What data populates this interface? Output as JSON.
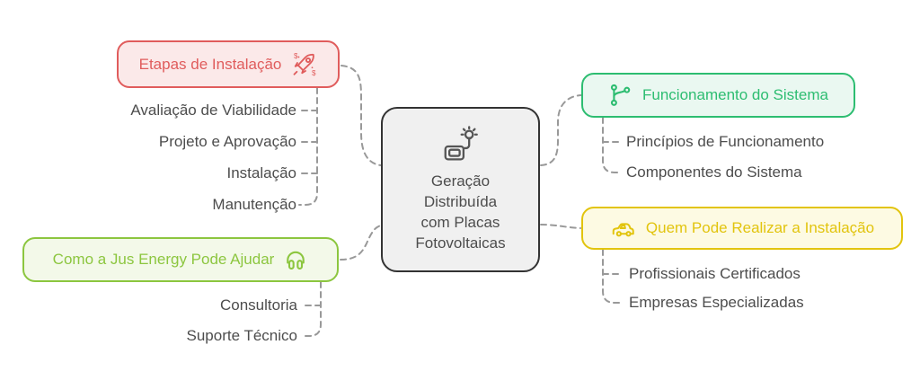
{
  "palette": {
    "connector": "#999999",
    "leaf_text": "#4d4d4d",
    "center_bg": "#f0f0f0",
    "center_border": "#333333",
    "red": "#e05c5c",
    "red_bg": "#fbe9e9",
    "lime": "#8cc63f",
    "lime_bg": "#f3f9e9",
    "green": "#2dbd71",
    "green_bg": "#eaf8f1",
    "yellow": "#e2c40e",
    "yellow_bg": "#fdfae3"
  },
  "center": {
    "icon": "idea-generator-icon",
    "lines": [
      "Geração",
      "Distribuída",
      "com Placas",
      "Fotovoltaicas"
    ]
  },
  "branches": {
    "etapas": {
      "label": "Etapas de Instalação",
      "icon": "rocket-icon",
      "children": [
        "Avaliação de Viabilidade",
        "Projeto e Aprovação",
        "Instalação",
        "Manutenção"
      ]
    },
    "jus_energy": {
      "label": "Como a Jus Energy Pode Ajudar",
      "icon": "headphones-icon",
      "children": [
        "Consultoria",
        "Suporte Técnico"
      ]
    },
    "funcionamento": {
      "label": "Funcionamento do Sistema",
      "icon": "branch-icon",
      "children": [
        "Princípios de Funcionamento",
        "Componentes do Sistema"
      ]
    },
    "quem_pode": {
      "label": "Quem Pode Realizar a Instalação",
      "icon": "car-icon",
      "children": [
        "Profissionais Certificados",
        "Empresas Especializadas"
      ]
    }
  }
}
